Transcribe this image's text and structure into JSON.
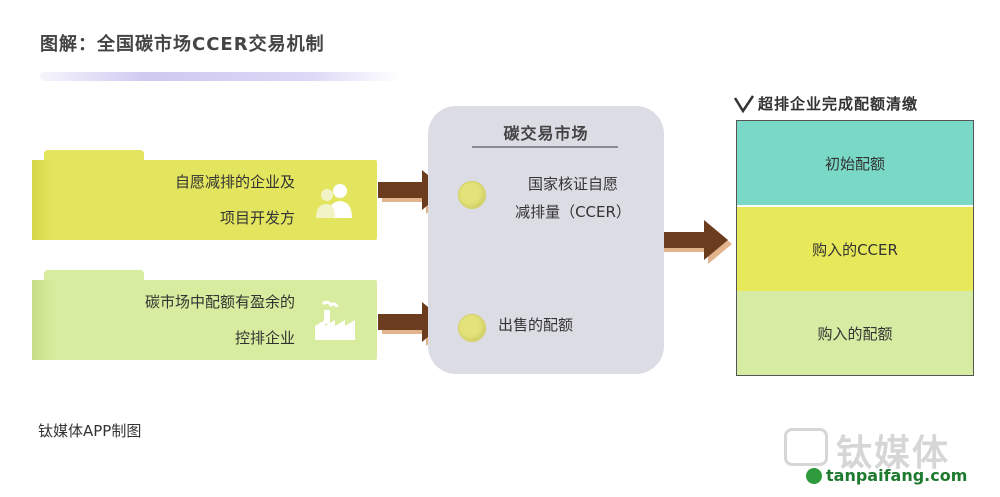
{
  "title": "图解：全国碳市场CCER交易机制",
  "sources": [
    {
      "line1": "自愿减排的企业及",
      "line2": "项目开发方",
      "icon": "people-icon"
    },
    {
      "line1": "碳市场中配额有盈余的",
      "line2": "控排企业",
      "icon": "factory-icon"
    }
  ],
  "market": {
    "title": "碳交易市场",
    "item1_line1": "国家核证自愿",
    "item1_line2": "减排量（CCER）",
    "item2": "出售的配额"
  },
  "result": {
    "header": "超排企业完成配额清缴",
    "rows": [
      "初始配额",
      "购入的CCER",
      "购入的配额"
    ]
  },
  "footer": "钛媒体APP制图",
  "watermark": {
    "brand": "钛媒体",
    "site": "tanpaifang.com"
  },
  "colors": {
    "yellow": "#e3e55f",
    "light_green": "#d7ec9e",
    "teal": "#79d8c6",
    "market_gray": "#dcdde4",
    "arrow_brown": "#6b3d1e",
    "arrow_shadow": "#e2b48e"
  }
}
